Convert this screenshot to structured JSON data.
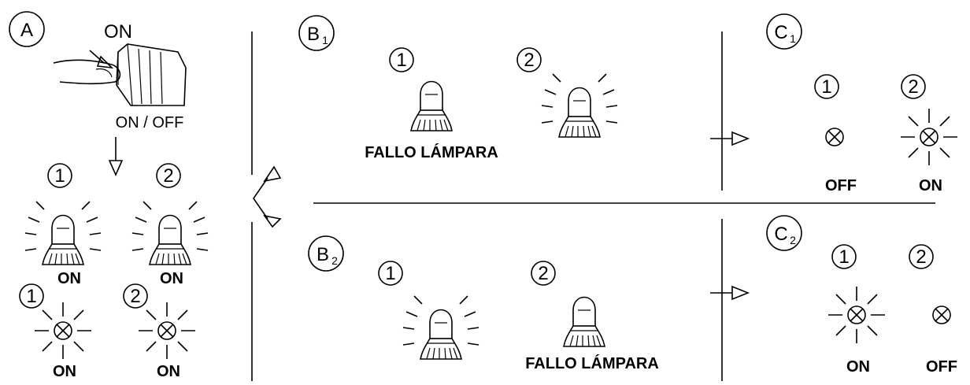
{
  "panel_a": {
    "label": "A",
    "switch_label": "ON",
    "switch_caption": "ON / OFF",
    "n1": "1",
    "n2": "2",
    "state_lamp1": "ON",
    "state_lamp2": "ON",
    "n3": "1",
    "n4": "2",
    "state_ind1": "ON",
    "state_ind2": "ON"
  },
  "panel_b1": {
    "label": "B",
    "sub": "1",
    "n1": "1",
    "n2": "2",
    "fault": "FALLO LÁMPARA"
  },
  "panel_b2": {
    "label": "B",
    "sub": "2",
    "n1": "1",
    "n2": "2",
    "fault": "FALLO LÁMPARA"
  },
  "panel_c1": {
    "label": "C",
    "sub": "1",
    "n1": "1",
    "n2": "2",
    "state1": "OFF",
    "state2": "ON"
  },
  "panel_c2": {
    "label": "C",
    "sub": "2",
    "n1": "1",
    "n2": "2",
    "state1": "ON",
    "state2": "OFF"
  }
}
